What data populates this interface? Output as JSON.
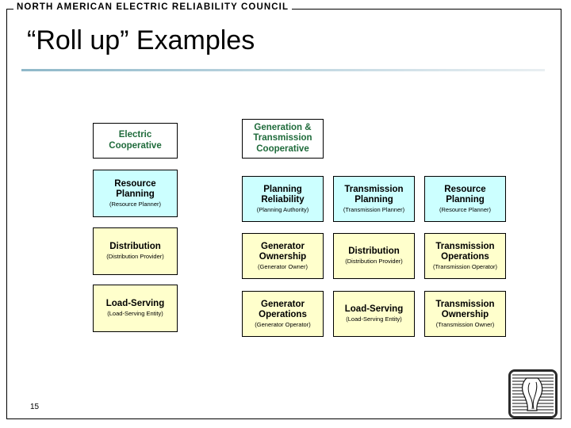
{
  "slide": {
    "header_label": "NORTH AMERICAN ELECTRIC RELIABILITY COUNCIL",
    "title": "“Roll up” Examples",
    "number": "15",
    "logo_name": "nerc-logo"
  },
  "colors": {
    "yellow_box": "#ffffcc",
    "cyan_box": "#ccffff",
    "heading_text": "#1f6b3b",
    "border": "#000000",
    "rule": "#8fb8c9"
  },
  "groups": [
    {
      "id": "electric-cooperative",
      "heading": "Electric\nCooperative",
      "heading_lines": [
        "Electric",
        "Cooperative"
      ],
      "boxes": [
        {
          "title": "Resource\nPlanning",
          "lines": [
            "Resource",
            "Planning"
          ],
          "sub": "(Resource Planner)",
          "color": "cyan"
        },
        {
          "title": "Distribution",
          "lines": [
            "Distribution"
          ],
          "sub": "(Distribution Provider)",
          "color": "yellow"
        },
        {
          "title": "Load-Serving",
          "lines": [
            "Load-Serving"
          ],
          "sub": "(Load-Serving Entity)",
          "color": "yellow"
        }
      ]
    },
    {
      "id": "generation-transmission-cooperative",
      "heading": "Generation & Transmission Cooperative",
      "heading_lines": [
        "Generation &",
        "Transmission",
        "Cooperative"
      ],
      "columns": [
        {
          "boxes": [
            {
              "title": "Planning\nReliability",
              "lines": [
                "Planning",
                "Reliability"
              ],
              "sub": "(Planning Authority)",
              "color": "cyan"
            },
            {
              "title": "Generator\nOwnership",
              "lines": [
                "Generator",
                "Ownership"
              ],
              "sub": "(Generator Owner)",
              "color": "yellow"
            },
            {
              "title": "Generator\nOperations",
              "lines": [
                "Generator",
                "Operations"
              ],
              "sub": "(Generator Operator)",
              "color": "yellow"
            }
          ]
        },
        {
          "boxes": [
            {
              "title": "Transmission\nPlanning",
              "lines": [
                "Transmission",
                "Planning"
              ],
              "sub": "(Transmission Planner)",
              "color": "cyan"
            },
            {
              "title": "Distribution",
              "lines": [
                "Distribution"
              ],
              "sub": "(Distribution Provider)",
              "color": "yellow"
            },
            {
              "title": "Load-Serving",
              "lines": [
                "Load-Serving"
              ],
              "sub": "(Load-Serving Entity)",
              "color": "yellow"
            }
          ]
        },
        {
          "boxes": [
            {
              "title": "Resource\nPlanning",
              "lines": [
                "Resource",
                "Planning"
              ],
              "sub": "(Resource Planner)",
              "color": "cyan"
            },
            {
              "title": "Transmission\nOperations",
              "lines": [
                "Transmission",
                "Operations"
              ],
              "sub": "(Transmission Operator)",
              "color": "yellow"
            },
            {
              "title": "Transmission\nOwnership",
              "lines": [
                "Transmission",
                "Ownership"
              ],
              "sub": "(Transmission Owner)",
              "color": "yellow"
            }
          ]
        }
      ]
    }
  ]
}
